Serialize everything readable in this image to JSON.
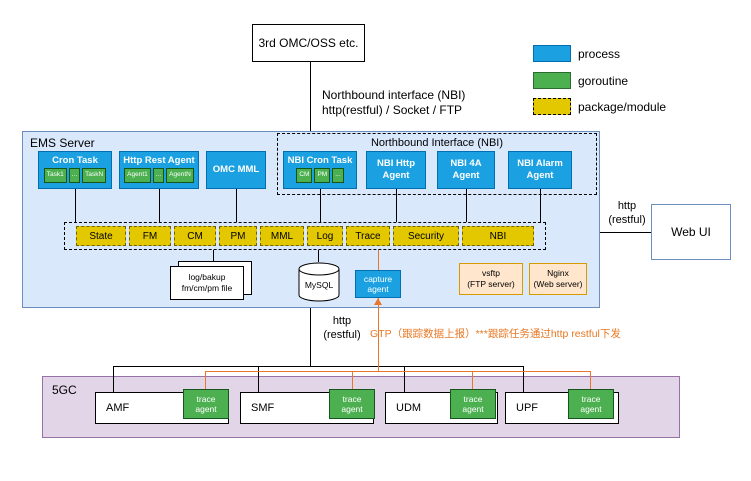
{
  "colors": {
    "process_blue": "#1ba1e2",
    "goroutine_green": "#4caf50",
    "package_yellow": "#e3c800",
    "ems_background": "#dae8fc",
    "core_background": "#e1d5e7",
    "server_box_orange": "#ffe6cc",
    "link_orange": "#e87722"
  },
  "top": {
    "omc_box": "3rd OMC/OSS etc.",
    "nbi_line1": "Northbound interface (NBI)",
    "nbi_line2": "http(restful) / Socket / FTP"
  },
  "legend": {
    "process": "process",
    "goroutine": "goroutine",
    "package": "package/module"
  },
  "ems": {
    "title": "EMS Server",
    "cron_task": {
      "title": "Cron Task",
      "items": [
        "Task1",
        "...",
        "TaskN"
      ]
    },
    "http_rest_agent": {
      "title": "Http Rest Agent",
      "items": [
        "Agent1",
        "...",
        "AgentN"
      ]
    },
    "omc_mml": "OMC MML",
    "nbi_group": {
      "title": "Northbound Interface (NBI)",
      "nbi_cron_task": {
        "title": "NBI Cron Task",
        "items": [
          "CM",
          "PM",
          "..."
        ]
      },
      "nbi_http_agent": "NBI Http Agent",
      "nbi_4a_agent": "NBI 4A Agent",
      "nbi_alarm_agent": "NBI Alarm Agent"
    },
    "modules": [
      "State",
      "FM",
      "CM",
      "PM",
      "MML",
      "Log",
      "Trace",
      "Security",
      "NBI"
    ],
    "files": {
      "line1": "log/bakup",
      "line2": "fm/cm/pm file"
    },
    "mysql": "MySQL",
    "capture_agent": "capture agent",
    "vsftp": {
      "line1": "vsftp",
      "line2": "(FTP server)"
    },
    "nginx": {
      "line1": "Nginx",
      "line2": "(Web server)"
    }
  },
  "web_ui": {
    "label": "Web UI",
    "http_line1": "http",
    "http_line2": "(restful)"
  },
  "south": {
    "http_line1": "http",
    "http_line2": "(restful)",
    "gtp_label": "GTP（跟踪数据上报）***跟踪任务通过http restful下发"
  },
  "core": {
    "title": "5GC",
    "nfs": [
      {
        "name": "AMF",
        "agent": "trace agent"
      },
      {
        "name": "SMF",
        "agent": "trace agent"
      },
      {
        "name": "UDM",
        "agent": "trace agent"
      },
      {
        "name": "UPF",
        "agent": "trace agent"
      }
    ]
  }
}
